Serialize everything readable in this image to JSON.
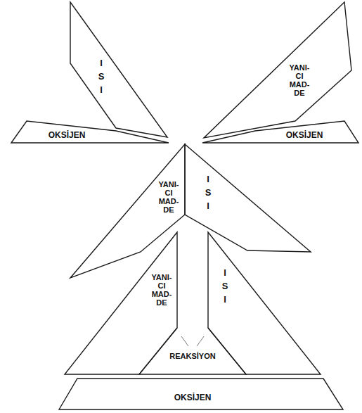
{
  "diagram": {
    "nodes": [
      {
        "text": [
          "I S I"
        ]
      },
      {
        "text": [
          "OKSİJEN"
        ]
      },
      {
        "text": [
          "YANI- CI MAD- DE"
        ]
      },
      {
        "text": [
          "OKSİJEN"
        ]
      },
      {
        "text": [
          "YANI- CI MAD- DE"
        ]
      },
      {
        "text": [
          "I S I"
        ]
      },
      {
        "text": [
          "YANI- CI MAD- DE"
        ]
      },
      {
        "text": [
          "I S I"
        ]
      },
      {
        "text": [
          "REAKSİYON"
        ]
      },
      {
        "text": [
          "OKSİJEN"
        ]
      }
    ]
  }
}
